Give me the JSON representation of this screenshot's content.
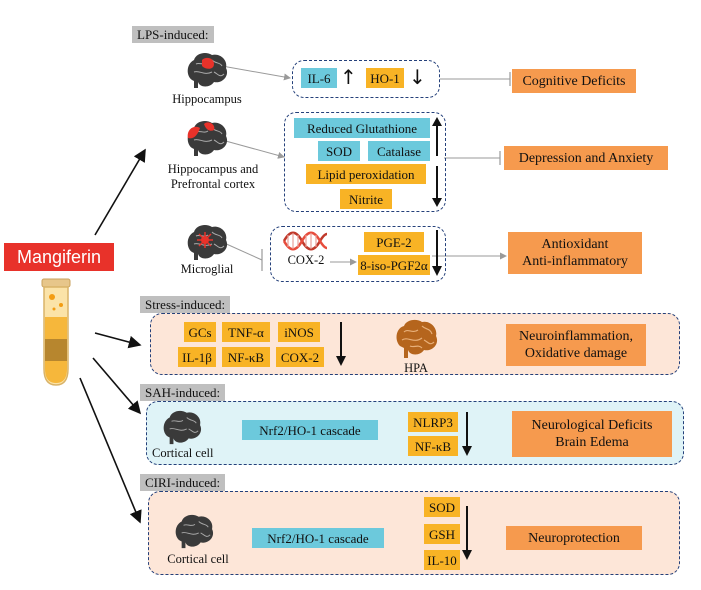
{
  "mangiferin": {
    "label": "Mangiferin"
  },
  "lps": {
    "header": "LPS-induced:",
    "row1": {
      "region": "Hippocampus",
      "markers": [
        "IL-6",
        "HO-1"
      ],
      "arrows": [
        "↑",
        "↓"
      ],
      "outcome": "Cognitive Deficits"
    },
    "row2": {
      "region_line1": "Hippocampus and",
      "region_line2": "Prefrontal cortex",
      "markers": [
        "Reduced Glutathione",
        "SOD",
        "Catalase",
        "Lipid peroxidation",
        "Nitrite"
      ],
      "outcome": "Depression and Anxiety"
    },
    "row3": {
      "region": "Microglial",
      "enzyme": "COX-2",
      "markers": [
        "PGE-2",
        "8-iso-PGF2α"
      ],
      "outcome_line1": "Antioxidant",
      "outcome_line2": "Anti-inflammatory"
    }
  },
  "stress": {
    "header": "Stress-induced:",
    "markers": [
      "GCs",
      "TNF-α",
      "iNOS",
      "IL-1β",
      "NF-κB",
      "COX-2"
    ],
    "axis": "HPA",
    "outcome_line1": "Neuroinflammation,",
    "outcome_line2": "Oxidative damage"
  },
  "sah": {
    "header": "SAH-induced:",
    "cell": "Cortical cell",
    "cascade": "Nrf2/HO-1 cascade",
    "markers": [
      "NLRP3",
      "NF-κB"
    ],
    "outcome_line1": "Neurological Deficits",
    "outcome_line2": "Brain Edema"
  },
  "ciri": {
    "header": "CIRI-induced:",
    "cell": "Cortical cell",
    "cascade": "Nrf2/HO-1 cascade",
    "markers": [
      "SOD",
      "GSH",
      "IL-10"
    ],
    "outcome": "Neuroprotection"
  },
  "colors": {
    "cyan": "#6cc9dc",
    "yellow": "#f8b325",
    "orange": "#f69a4e",
    "red": "#e8322a",
    "panel_border": "#24407a"
  },
  "icons": [
    "brain-icon",
    "dna-icon",
    "test-tube-icon"
  ]
}
